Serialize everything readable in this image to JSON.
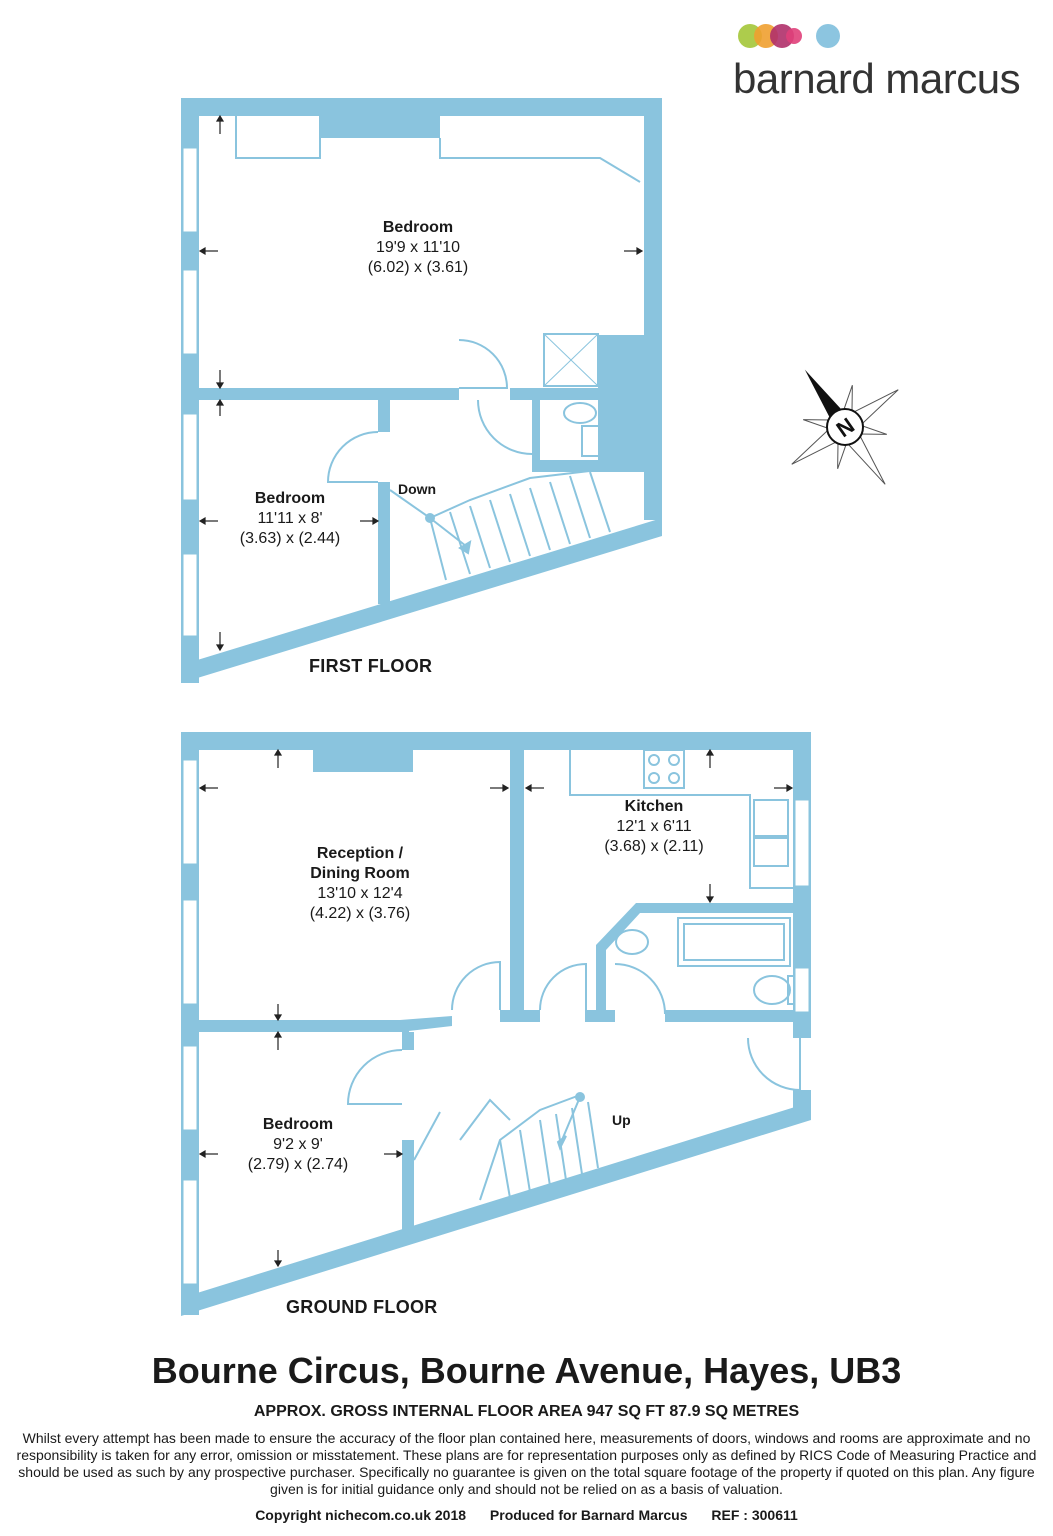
{
  "brand": {
    "name": "barnard marcus",
    "dot_colors": [
      "#a4c639",
      "#f0a030",
      "#b0306a",
      "#e0407a",
      "#7fbfdd"
    ]
  },
  "wall_color": "#8ac4de",
  "first_floor": {
    "label": "FIRST FLOOR",
    "stairs_label": "Down",
    "rooms": [
      {
        "name": "Bedroom",
        "imperial": "19'9 x 11'10",
        "metric": "(6.02) x (3.61)"
      },
      {
        "name": "Bedroom",
        "imperial": "11'11 x 8'",
        "metric": "(3.63) x (2.44)"
      }
    ]
  },
  "ground_floor": {
    "label": "GROUND FLOOR",
    "stairs_label": "Up",
    "rooms": [
      {
        "name_line1": "Reception /",
        "name_line2": "Dining Room",
        "imperial": "13'10 x 12'4",
        "metric": "(4.22) x (3.76)"
      },
      {
        "name": "Kitchen",
        "imperial": "12'1 x 6'11",
        "metric": "(3.68) x (2.11)"
      },
      {
        "name": "Bedroom",
        "imperial": "9'2 x 9'",
        "metric": "(2.79) x (2.74)"
      }
    ]
  },
  "compass": {
    "north_label": "N"
  },
  "address": "Bourne Circus, Bourne Avenue, Hayes, UB3",
  "area": "APPROX. GROSS INTERNAL FLOOR AREA 947 SQ FT 87.9 SQ METRES",
  "disclaimer": "Whilst every attempt has been made to ensure the accuracy of the floor plan contained here, measurements of doors, windows and rooms are approximate and no responsibility is taken for any error, omission or misstatement. These plans are for representation purposes only as defined by RICS Code of Measuring Practice and should be used as such by any prospective purchaser.  Specifically no guarantee is given on the total square footage of the property if quoted on this plan. Any figure given is for initial guidance only and should not be relied on as a basis of valuation.",
  "footer": {
    "copyright": "Copyright nichecom.co.uk 2018",
    "produced": "Produced for Barnard Marcus",
    "ref": "REF : 300611"
  }
}
